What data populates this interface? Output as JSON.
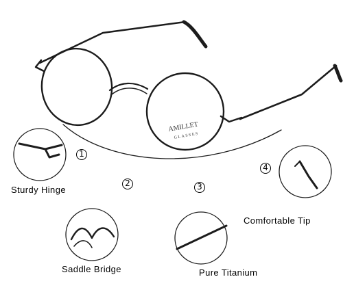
{
  "features": [
    {
      "number": "1",
      "label": "Sturdy Hinge",
      "icon": "hinge-detail"
    },
    {
      "number": "2",
      "label": "Saddle Bridge",
      "icon": "bridge-detail"
    },
    {
      "number": "3",
      "label": "Pure Titanium",
      "icon": "temple-detail"
    },
    {
      "number": "4",
      "label": "Comfortable Tip",
      "icon": "tip-detail"
    }
  ],
  "lens_print": {
    "brand": "AMILLET",
    "sub": "GLASSES"
  },
  "colors": {
    "frame": "#1c1c1c",
    "text": "#000000",
    "background": "#ffffff"
  }
}
